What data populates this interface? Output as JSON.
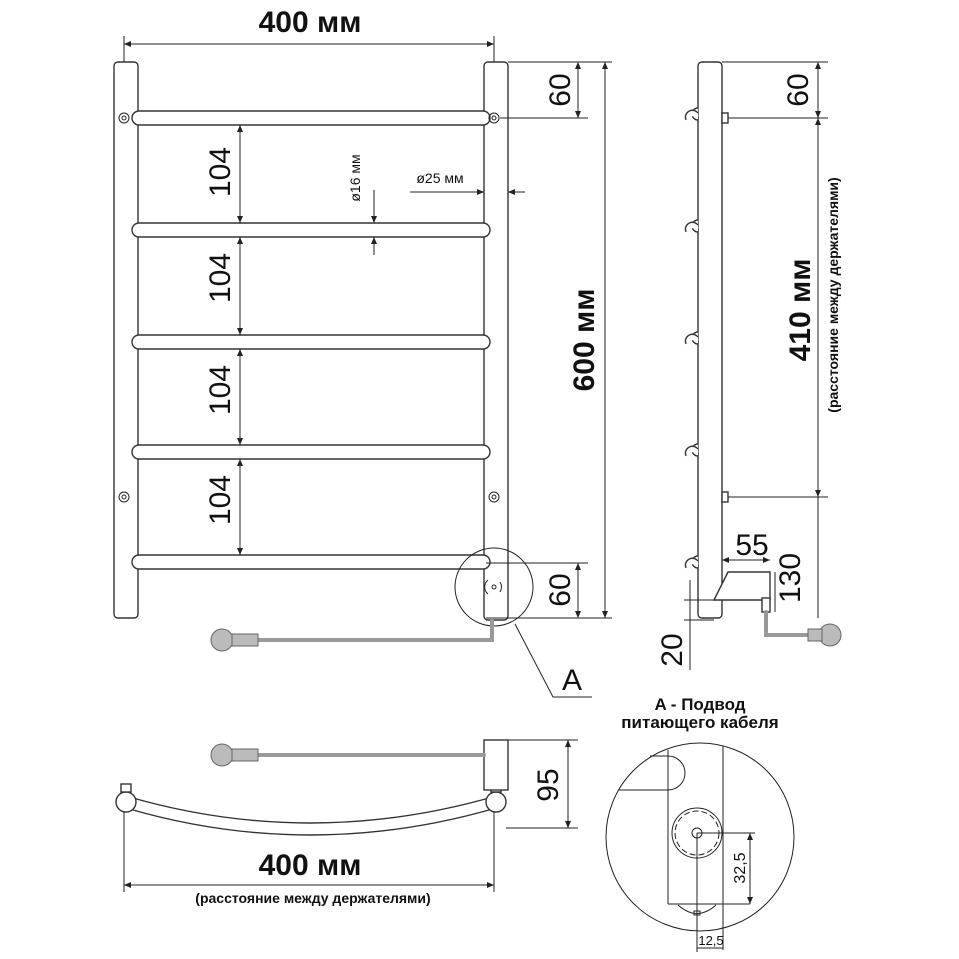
{
  "front_view": {
    "width_label": "400 мм",
    "height_label": "600 мм",
    "top_offset": "60",
    "bottom_offset": "60",
    "rung_spacing": [
      "104",
      "104",
      "104",
      "104"
    ],
    "rung_diameter": "ø16 мм",
    "post_diameter": "ø25 мм",
    "detail_marker": "A"
  },
  "side_view": {
    "top_offset": "60",
    "holder_distance": "410 мм",
    "holder_distance_note": "(расстояние между держателями)",
    "depth": "55",
    "bottom_height": "130",
    "bottom_offset": "20"
  },
  "top_view": {
    "depth": "95",
    "width_label": "400 мм",
    "width_note": "(расстояние между держателями)"
  },
  "detail_a": {
    "title_line1": "A - Подвод",
    "title_line2": "питающего кабеля",
    "vertical_dim": "32,5",
    "horizontal_dim": "12,5"
  },
  "colors": {
    "line": "#222222",
    "cable": "#999999"
  }
}
